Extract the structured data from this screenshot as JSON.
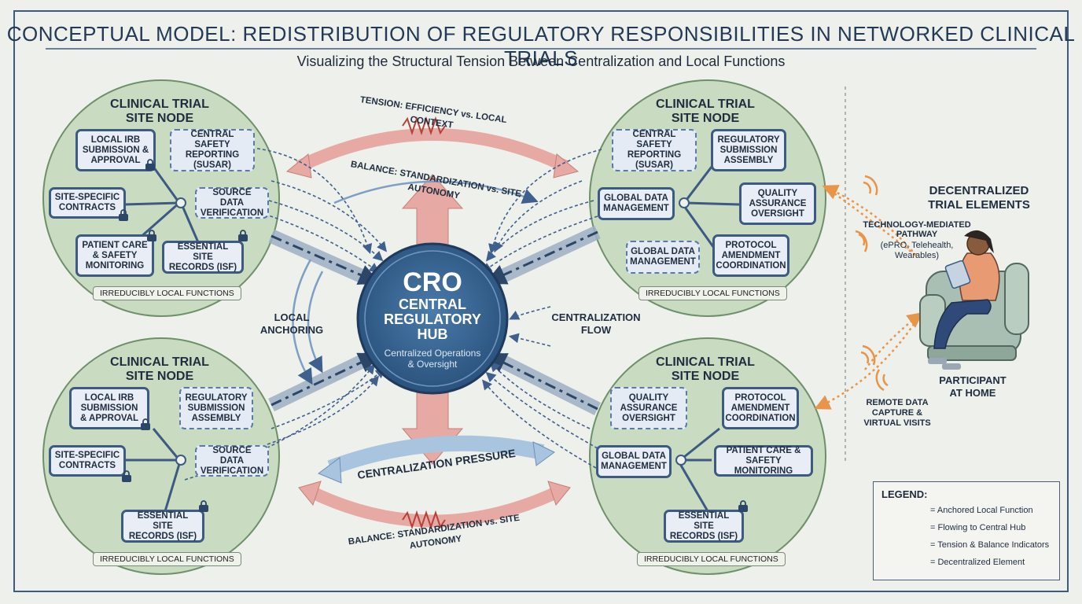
{
  "title": "CONCEPTUAL MODEL: REDISTRIBUTION OF REGULATORY RESPONSIBILITIES IN NETWORKED CLINICAL TRIALS",
  "subtitle": "Visualizing the Structural Tension Between Centralization and Local Functions",
  "colors": {
    "node_fill": "#c9dcc1",
    "hub_fill": "#2f5e8a",
    "box_border": "#3c5a82",
    "tension_red": "#e6a9a3",
    "balance_blue": "#a9c4de",
    "decentral_orange": "#e8954a"
  },
  "nodes": {
    "top_left": {
      "title": "CLINICAL TRIAL\nSITE NODE",
      "local_irb": "LOCAL IRB\nSUBMISSION &\nAPPROVAL",
      "central_safety": "CENTRAL SAFETY\nREPORTING\n(SUSAR)",
      "site_contracts": "SITE-SPECIFIC\nCONTRACTS",
      "source_data": "SOURCE DATA\nVERIFICATION",
      "patient_care": "PATIENT CARE\n& SAFETY\nMONITORING",
      "essential_site": "ESSENTIAL SITE\nRECORDS (ISF)",
      "footer": "IRREDUCIBLY LOCAL FUNCTIONS"
    },
    "top_right": {
      "title": "CLINICAL TRIAL\nSITE NODE",
      "central_safety": "CENTRAL SAFETY\nREPORTING\n(SUSAR)",
      "regulatory": "REGULATORY\nSUBMISSION\nASSEMBLY",
      "global_data_1": "GLOBAL DATA\nMANAGEMENT",
      "quality": "QUALITY\nASSURANCE\nOVERSIGHT",
      "global_data_2": "GLOBAL DATA\nMANAGEMENT",
      "protocol": "PROTOCOL\nAMENDMENT\nCOORDINATION",
      "footer": "IRREDUCIBLY LOCAL FUNCTIONS"
    },
    "bottom_left": {
      "title": "CLINICAL TRIAL\nSITE NODE",
      "local_irb": "LOCAL IRB\nSUBMISSION\n& APPROVAL",
      "regulatory": "REGULATORY\nSUBMISSION\nASSEMBLY",
      "site_contracts": "SITE-SPECIFIC\nCONTRACTS",
      "source_data": "SOURCE DATA\nVERIFICATION",
      "essential_site": "ESSENTIAL SITE\nRECORDS (ISF)",
      "footer": "IRREDUCIBLY LOCAL FUNCTIONS"
    },
    "bottom_right": {
      "title": "CLINICAL TRIAL\nSITE NODE",
      "quality": "QUALITY\nASSURANCE\nOVERSIGHT",
      "protocol": "PROTOCOL\nAMENDMENT\nCOORDINATION",
      "global_data": "GLOBAL DATA\nMANAGEMENT",
      "patient_care": "PATIENT CARE &\nSAFETY MONITORING",
      "essential_site": "ESSENTIAL SITE\nRECORDS (ISF)",
      "footer": "IRREDUCIBLY LOCAL FUNCTIONS"
    }
  },
  "hub": {
    "cro": "CRO",
    "name": "CENTRAL\nREGULATORY\nHUB",
    "desc": "Centralized Operations\n& Oversight"
  },
  "labels": {
    "tension_top": "TENSION: EFFICIENCY vs. LOCAL CONTEXT",
    "balance_top": "BALANCE: STANDARDIZATION vs. SITE AUTONOMY",
    "local_anchoring": "LOCAL\nANCHORING",
    "centralization_flow": "CENTRALIZATION\nFLOW",
    "centralization_pressure": "CENTRALIZATION PRESSURE",
    "balance_bottom": "BALANCE: STANDARDIZATION vs. SITE AUTONOMY"
  },
  "decentralized": {
    "title": "DECENTRALIZED\nTRIAL ELEMENTS",
    "pathway_title": "TECHNOLOGY-MEDIATED\nPATHWAY",
    "pathway_desc": "(ePRO, Telehealth,\nWearables)",
    "participant": "PARTICIPANT\nAT HOME",
    "remote": "REMOTE DATA\nCAPTURE &\nVIRTUAL VISITS"
  },
  "legend": {
    "title": "LEGEND:",
    "anchored": "= Anchored Local Function",
    "flowing": "= Flowing to Central Hub",
    "tension": "= Tension & Balance Indicators",
    "decentral": "= Decentralized Element"
  }
}
